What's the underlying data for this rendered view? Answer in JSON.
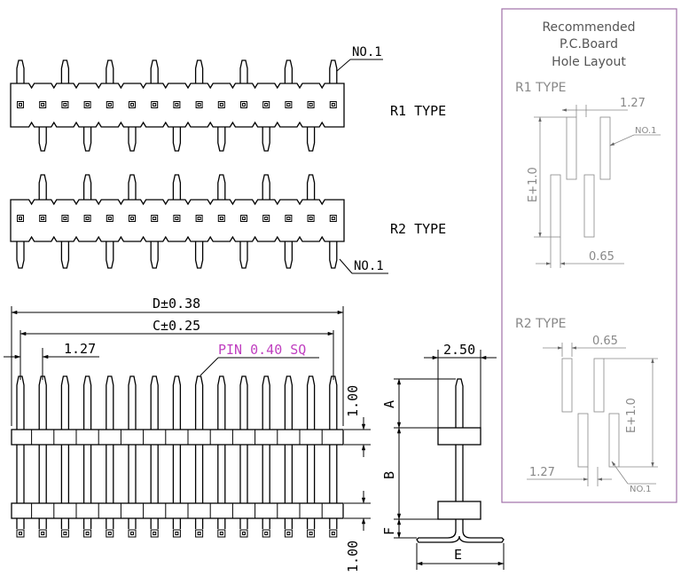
{
  "labels": {
    "r1_no1": "NO.1",
    "r1_type": "R1  TYPE",
    "r2_type": "R2  TYPE",
    "r2_no1": "NO.1",
    "dim_d": "D±0.38",
    "dim_c": "C±0.25",
    "dim_pitch": "1.27",
    "pin_note": "PIN 0.40 SQ",
    "dim_side_width": "2.50",
    "dim_top_gap": "1.00",
    "dim_bottom_gap": "1.00",
    "dim_a": "A",
    "dim_b": "B",
    "dim_f": "F",
    "dim_e": "E"
  },
  "layout_box": {
    "title_line1": "Recommended",
    "title_line2": "P.C.Board",
    "title_line3": "Hole Layout",
    "r1_label": "R1  TYPE",
    "r1_pitch": "1.27",
    "r1_no1": "NO.1",
    "r1_offset": "E+1.0",
    "r1_width": "0.65",
    "r2_label": "R2  TYPE",
    "r2_width": "0.65",
    "r2_offset": "E+1.0",
    "r2_pitch": "1.27",
    "r2_no1": "NO.1"
  },
  "colors": {
    "frame": "#a070a8",
    "note": "#c040c0",
    "gray": "#888888"
  },
  "pin_counts": {
    "top_row": 15
  }
}
